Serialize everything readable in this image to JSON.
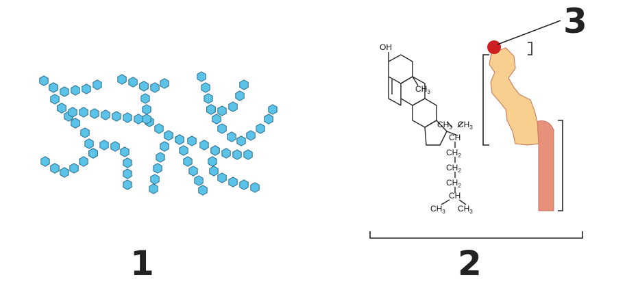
{
  "labels": {
    "panel_1": "1",
    "panel_2": "2",
    "callout_3": "3"
  },
  "structure": {
    "oh": "OH",
    "ch3_ring": "CH",
    "ch3_ring_sub": "3",
    "ch3_left": "CH",
    "ch3_left_sub": "3",
    "ch3_right": "CH",
    "ch3_right_sub": "3",
    "ch_1": "CH",
    "ch2_1": "CH",
    "ch2_1_sub": "2",
    "ch2_2": "CH",
    "ch2_2_sub": "2",
    "ch2_3": "CH",
    "ch2_3_sub": "2",
    "ch_2": "CH",
    "ch3_bl": "CH",
    "ch3_bl_sub": "3",
    "ch3_br": "CH",
    "ch3_br_sub": "3"
  },
  "colors": {
    "glycogen_fill": "#5bc3e8",
    "glycogen_stroke": "#2c6f8f",
    "head_red": "#cc1f1f",
    "ring_fill": "#f9cf8f",
    "tail_fill": "#e8917a",
    "line": "#222222"
  }
}
